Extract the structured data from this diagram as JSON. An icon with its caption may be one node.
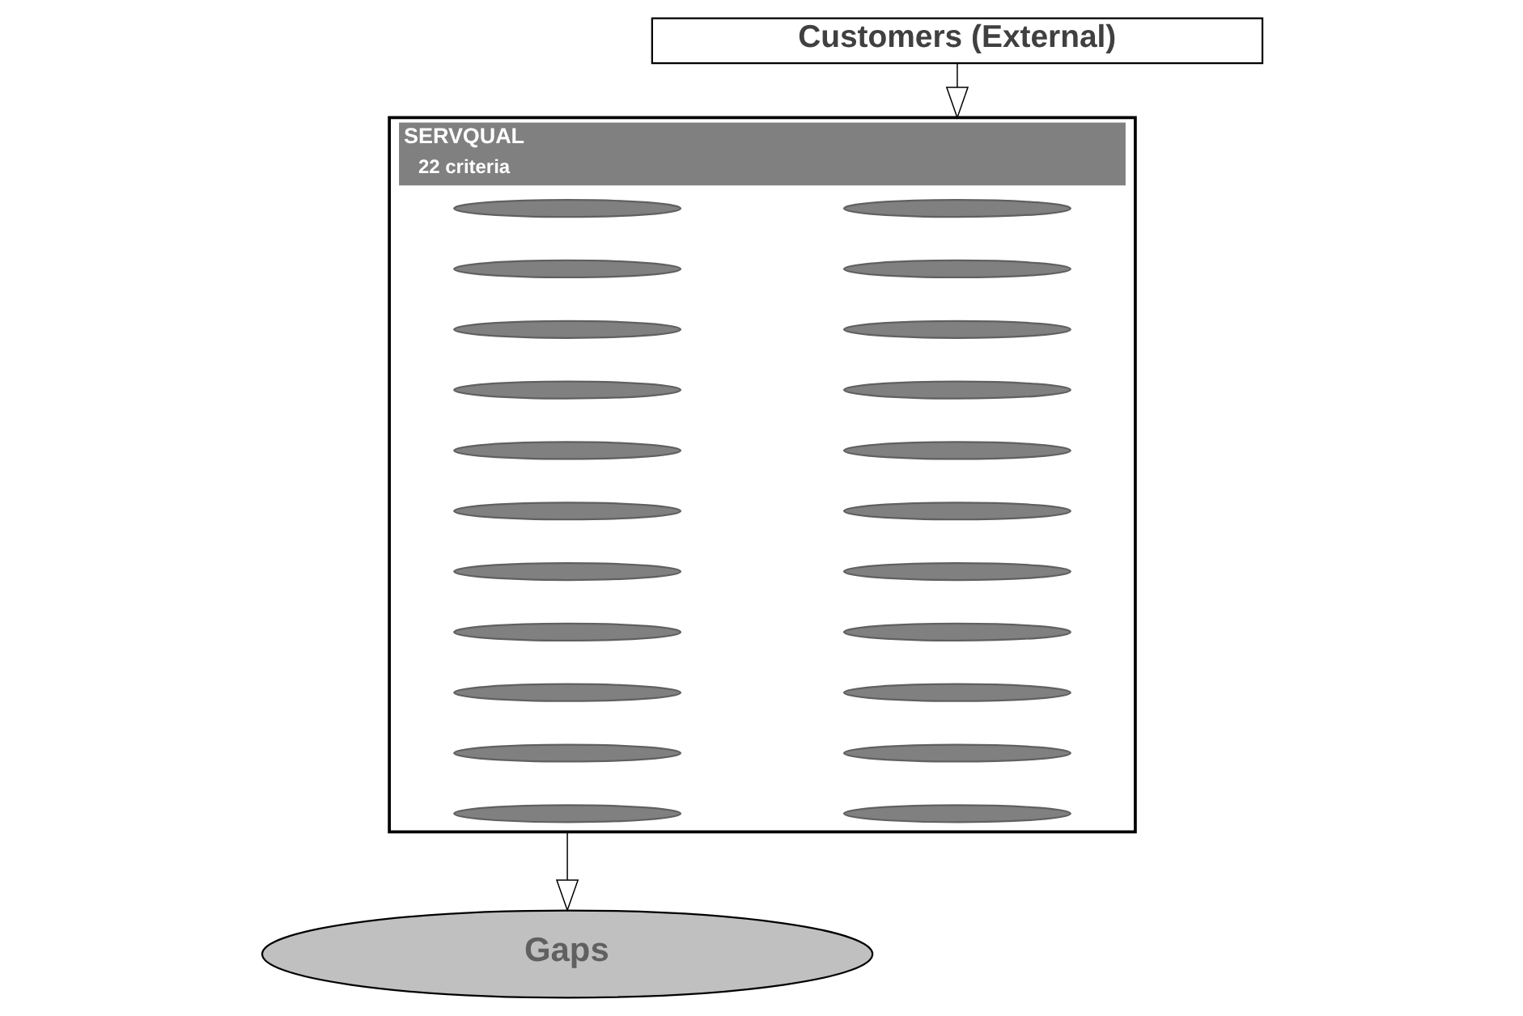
{
  "diagram": {
    "nodes": [
      {
        "text": [
          "Customers (External)"
        ]
      },
      {
        "text": [
          "SERVQUAL",
          "22 criteria"
        ]
      },
      {
        "text": [],
        "shape": "ellipse",
        "in": 1
      },
      {
        "text": [],
        "shape": "ellipse",
        "in": 1
      },
      {
        "text": [],
        "shape": "ellipse",
        "in": 1
      },
      {
        "text": [],
        "shape": "ellipse",
        "in": 1
      },
      {
        "text": [],
        "shape": "ellipse",
        "in": 1
      },
      {
        "text": [],
        "shape": "ellipse",
        "in": 1
      },
      {
        "text": [],
        "shape": "ellipse",
        "in": 1
      },
      {
        "text": [],
        "shape": "ellipse",
        "in": 1
      },
      {
        "text": [],
        "shape": "ellipse",
        "in": 1
      },
      {
        "text": [],
        "shape": "ellipse",
        "in": 1
      },
      {
        "text": [],
        "shape": "ellipse",
        "in": 1
      },
      {
        "text": [],
        "shape": "ellipse",
        "in": 1
      },
      {
        "text": [],
        "shape": "ellipse",
        "in": 1
      },
      {
        "text": [],
        "shape": "ellipse",
        "in": 1
      },
      {
        "text": [],
        "shape": "ellipse",
        "in": 1
      },
      {
        "text": [],
        "shape": "ellipse",
        "in": 1
      },
      {
        "text": [],
        "shape": "ellipse",
        "in": 1
      },
      {
        "text": [],
        "shape": "ellipse",
        "in": 1
      },
      {
        "text": [],
        "shape": "ellipse",
        "in": 1
      },
      {
        "text": [],
        "shape": "ellipse",
        "in": 1
      },
      {
        "text": [],
        "shape": "ellipse",
        "in": 1
      },
      {
        "text": [],
        "shape": "ellipse",
        "in": 1
      },
      {
        "text": [
          "Gaps"
        ]
      }
    ],
    "edges": [
      {
        "from": 0,
        "to": 1,
        "arrow": "to"
      },
      {
        "from": 1,
        "to": 24,
        "arrow": "to"
      }
    ]
  }
}
